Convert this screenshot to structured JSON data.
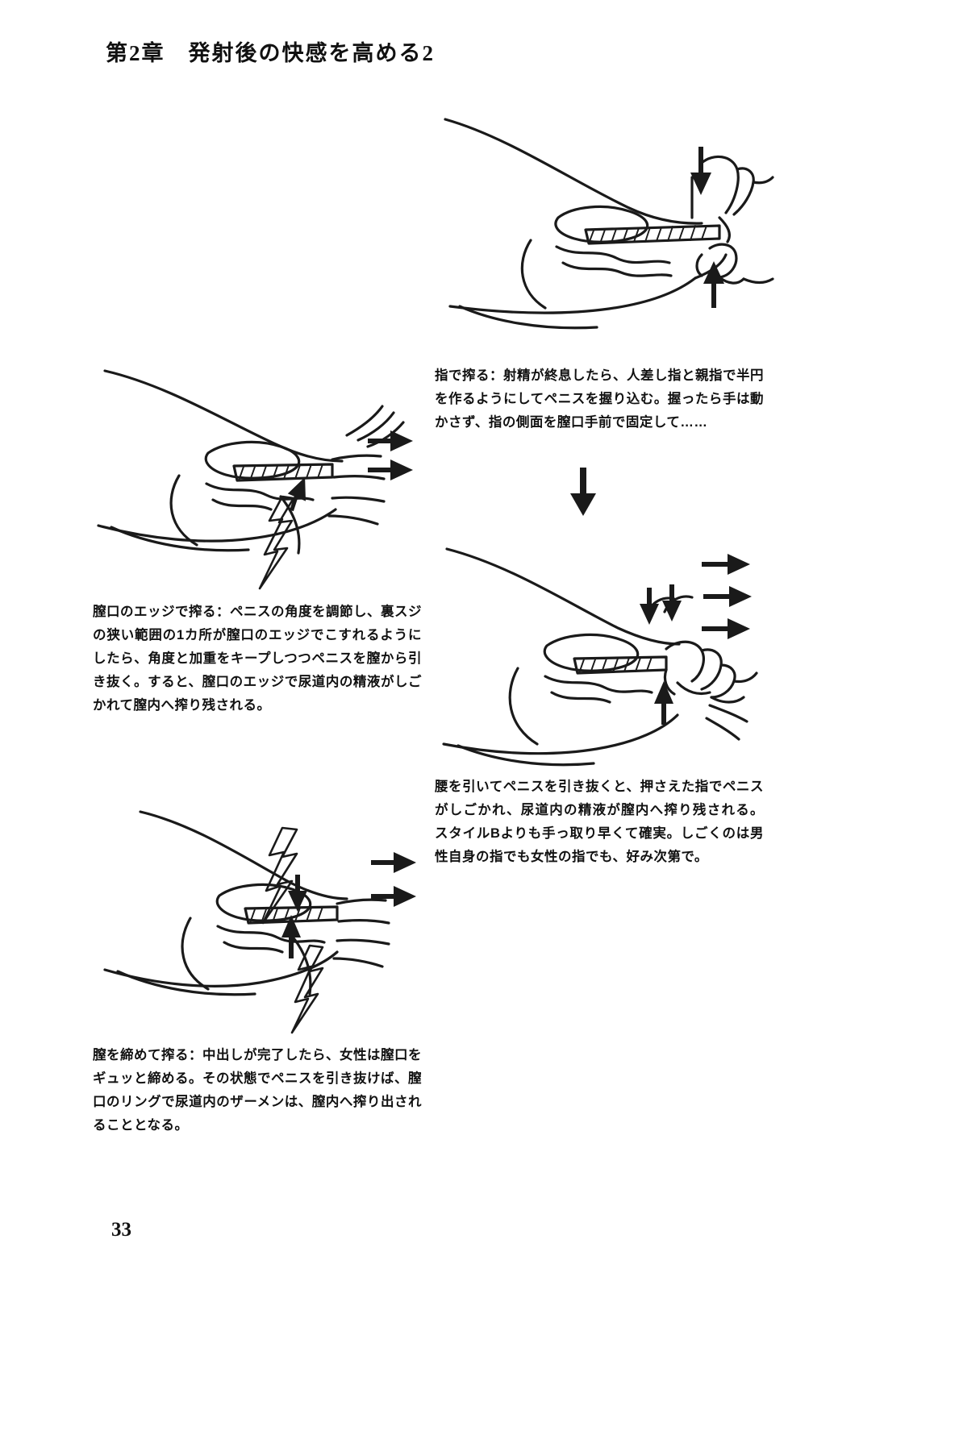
{
  "page": {
    "chapter_header": "第2章　発射後の快感を高める2",
    "page_number": "33"
  },
  "captions": {
    "top_right": "指で搾る：射精が終息したら、人差し指と親指で半円を作るようにしてペニスを握り込む。握ったら手は動かさず、指の側面を膣口手前で固定して……",
    "middle_left": "膣口のエッジで搾る：ペニスの角度を調節し、裏スジの狭い範囲の1カ所が膣口のエッジでこすれるようにしたら、角度と加重をキープしつつペニスを膣から引き抜く。すると、膣口のエッジで尿道内の精液がしごかれて膣内へ搾り残される。",
    "middle_right": "腰を引いてペニスを引き抜くと、押さえた指でペニスがしごかれ、尿道内の精液が膣内へ搾り残される。スタイルBよりも手っ取り早くて確実。しごくのは男性自身の指でも女性の指でも、好み次第で。",
    "bottom_left": "膣を締めて搾る：中出しが完了したら、女性は膣口をギュッと締める。その状態でペニスを引き抜けば、膣口のリングで尿道内のザーメンは、膣内へ搾り出されることとなる。"
  },
  "figures": {
    "fig_top_right": "line-drawing-fingers-grip-penis",
    "fig_middle_left": "line-drawing-vaginal-edge-squeeze",
    "fig_middle_right": "line-drawing-withdraw-with-finger-press",
    "fig_bottom_left": "line-drawing-vaginal-tightening-squeeze"
  },
  "flow": {
    "arrow": "downward-flow-arrow"
  },
  "colors": {
    "ink": "#111111",
    "paper": "#ffffff"
  }
}
